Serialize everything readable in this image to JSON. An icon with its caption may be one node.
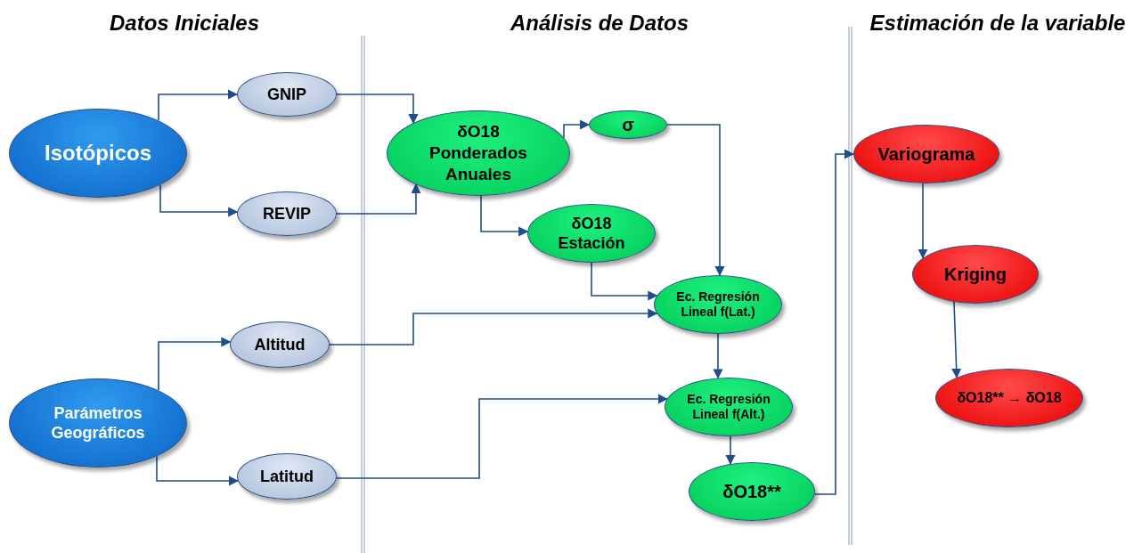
{
  "diagram": {
    "nodes": [
      {
        "text": [
          "Isotópicos"
        ]
      },
      {
        "text": [
          "GNIP"
        ]
      },
      {
        "text": [
          "REVIP"
        ]
      },
      {
        "text": [
          "Altitud"
        ]
      },
      {
        "text": [
          "Parámetros Geográficos"
        ]
      },
      {
        "text": [
          "Latitud"
        ]
      },
      {
        "text": [
          "δO18 Ponderados Anuales"
        ]
      },
      {
        "text": [
          "σ"
        ]
      },
      {
        "text": [
          "δO18 Estación"
        ]
      },
      {
        "text": [
          "Ec. Regresión Lineal f(Lat.)"
        ]
      },
      {
        "text": [
          "Ec. Regresión Lineal f(Alt.)"
        ]
      },
      {
        "text": [
          "δO18**"
        ]
      },
      {
        "text": [
          "Variograma"
        ]
      },
      {
        "text": [
          "Kriging"
        ]
      },
      {
        "text": [
          "δO18** → δO18"
        ]
      }
    ],
    "edges": [
      {
        "from": 0,
        "to": 1,
        "arrow": "to"
      },
      {
        "from": 0,
        "to": 2,
        "arrow": "to"
      },
      {
        "from": 4,
        "to": 3,
        "arrow": "to"
      },
      {
        "from": 4,
        "to": 5,
        "arrow": "to"
      },
      {
        "from": 1,
        "to": 6,
        "arrow": "to"
      },
      {
        "from": 2,
        "to": 6,
        "arrow": "to"
      },
      {
        "from": 6,
        "to": 7,
        "arrow": "to"
      },
      {
        "from": 6,
        "to": 8,
        "arrow": "to"
      },
      {
        "from": 7,
        "to": 9,
        "arrow": "to"
      },
      {
        "from": 8,
        "to": 9,
        "arrow": "to"
      },
      {
        "from": 3,
        "to": 9,
        "arrow": "to"
      },
      {
        "from": 9,
        "to": 10,
        "arrow": "to"
      },
      {
        "from": 5,
        "to": 10,
        "arrow": "to"
      },
      {
        "from": 10,
        "to": 11,
        "arrow": "to"
      },
      {
        "from": 11,
        "to": 12,
        "arrow": "to"
      },
      {
        "from": 12,
        "to": 13,
        "arrow": "to"
      },
      {
        "from": 13,
        "to": 14,
        "arrow": "to"
      }
    ],
    "labels": [
      "Datos Iniciales",
      "Análisis de Datos",
      "Estimación de la variable"
    ]
  }
}
